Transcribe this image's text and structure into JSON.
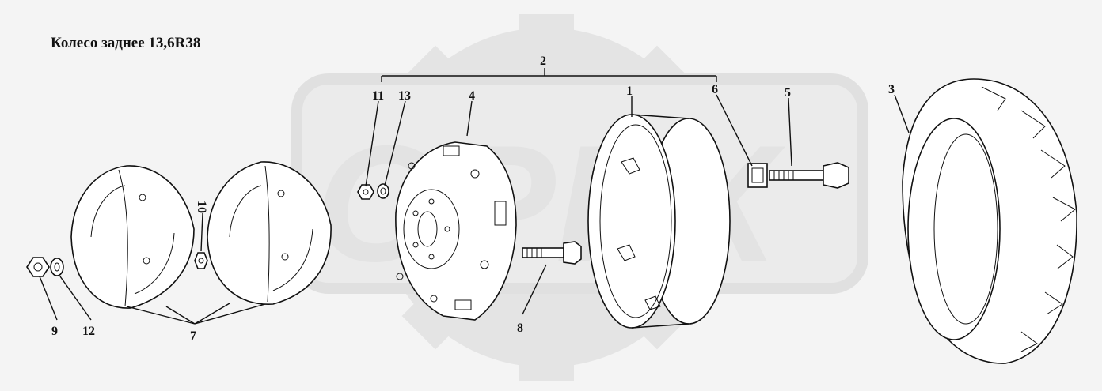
{
  "title": "Колесо заднее 13,6R38",
  "callouts": {
    "c1": "1",
    "c2": "2",
    "c3": "3",
    "c4": "4",
    "c5": "5",
    "c6": "6",
    "c7": "7",
    "c8": "8",
    "c9": "9",
    "c10": "10",
    "c11": "11",
    "c12": "12",
    "c13": "13"
  },
  "watermark": "OPEX"
}
